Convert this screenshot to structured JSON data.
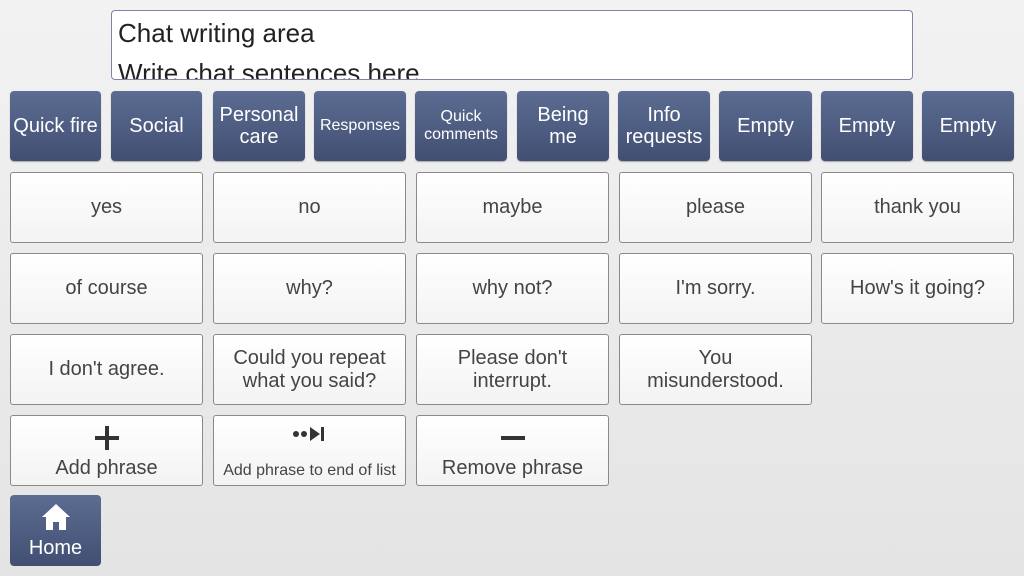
{
  "chat": {
    "title": "Chat writing area",
    "placeholder": "Write chat sentences here"
  },
  "categories": [
    {
      "label": "Quick fire"
    },
    {
      "label": "Social"
    },
    {
      "label": "Personal care"
    },
    {
      "label": "Responses"
    },
    {
      "label": "Quick comments"
    },
    {
      "label": "Being me"
    },
    {
      "label": "Info requests"
    },
    {
      "label": "Empty"
    },
    {
      "label": "Empty"
    },
    {
      "label": "Empty"
    }
  ],
  "phrases": [
    "yes",
    "no",
    "maybe",
    "please",
    "thank you",
    "of course",
    "why?",
    "why not?",
    "I'm sorry.",
    "How's it going?",
    "I don't agree.",
    "Could you repeat what you said?",
    "Please don't interrupt.",
    "You misunderstood."
  ],
  "actions": {
    "add": "Add phrase",
    "add_end": "Add phrase to end of list",
    "remove": "Remove phrase"
  },
  "home": {
    "label": "Home"
  },
  "icons": {
    "add": "plus-icon",
    "add_end": "skip-to-end-icon",
    "remove": "minus-icon",
    "home": "home-icon"
  },
  "colors": {
    "category_bg": "#4b5a7e",
    "tile_bg": "#ffffff",
    "text": "#444444"
  }
}
